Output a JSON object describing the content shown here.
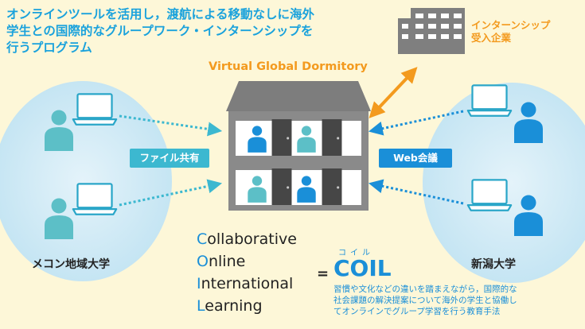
{
  "headline": {
    "lines": [
      "オンラインツールを活用し，渡航による移動なしに海外",
      "学生との国際的なグループワーク・インターンシップを",
      "行うプログラム"
    ]
  },
  "dormitory_label": "Virtual Global Dormitory",
  "company_label": [
    "インターンシップ",
    "受入企業"
  ],
  "tags": {
    "file_share": "ファイル共有",
    "web_meeting": "Web会議"
  },
  "universities": {
    "left": "メコン地域大学",
    "right": "新潟大学"
  },
  "coil_terms": [
    {
      "initial": "C",
      "rest": "ollaborative"
    },
    {
      "initial": "O",
      "rest": "nline"
    },
    {
      "initial": "I",
      "rest": "nternational"
    },
    {
      "initial": "L",
      "rest": "earning"
    }
  ],
  "equals": "=",
  "coil_ruby": "コイル",
  "coil_acronym": "COIL",
  "coil_description": [
    "習慣や文化などの違いを踏まえながら，国際的な",
    "社会課題の解決提案について海外の学生と協働し",
    "てオンラインでグループ学習を行う教育手法"
  ],
  "colors": {
    "background": "#fdf7d8",
    "headline_blue": "#1aa2dc",
    "accent_orange": "#f39a1e",
    "circle_blue": "#cfe9f5",
    "building_gray": "#808080",
    "person_teal": "#5cbfc7",
    "person_blue": "#1a8fd8",
    "tag_teal": "#3cb8d0",
    "tag_blue": "#1a8fd8"
  }
}
